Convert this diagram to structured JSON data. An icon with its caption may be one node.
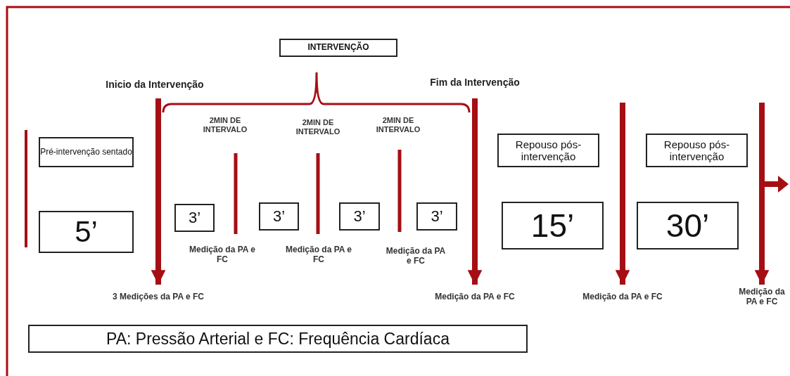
{
  "diagram": {
    "nodes": [
      {
        "text": [
          "INTERVENÇÃO"
        ]
      },
      {
        "text": [
          "Inicio da Intervenção"
        ]
      },
      {
        "text": [
          "Fim da Intervenção"
        ]
      },
      {
        "text": [
          "Pré-intervenção sentado"
        ]
      },
      {
        "text": [
          "5’"
        ]
      },
      {
        "text": [
          "3’"
        ]
      },
      {
        "text": [
          "3’"
        ]
      },
      {
        "text": [
          "3’"
        ]
      },
      {
        "text": [
          "3’"
        ]
      },
      {
        "text": [
          "Repouso pós-intervenção"
        ]
      },
      {
        "text": [
          "15’"
        ]
      },
      {
        "text": [
          "Repouso pós-intervenção"
        ]
      },
      {
        "text": [
          "30’"
        ]
      },
      {
        "text": [
          "3 Medições da PA e FC"
        ]
      },
      {
        "text": [
          "Medição da PA e FC"
        ]
      },
      {
        "text": [
          "Medição da PA e FC"
        ]
      },
      {
        "text": [
          "Medição da PA e FC"
        ]
      },
      {
        "text": [
          "PA: Pressão Arterial e FC: Frequência Cardíaca"
        ]
      }
    ],
    "edges": [
      {
        "from": 1,
        "to": 13,
        "arrow": "to"
      },
      {
        "from": 2,
        "to": 14,
        "arrow": "to"
      },
      {
        "from": null,
        "to": 15,
        "arrow": "to"
      },
      {
        "from": null,
        "to": 16,
        "arrow": "to"
      }
    ],
    "labels": [
      "2MIN DE INTERVALO",
      "2MIN DE INTERVALO",
      "2MIN DE INTERVALO",
      "Medição da PA e FC",
      "Medição da PA e FC",
      "Medição da PA e FC"
    ]
  }
}
